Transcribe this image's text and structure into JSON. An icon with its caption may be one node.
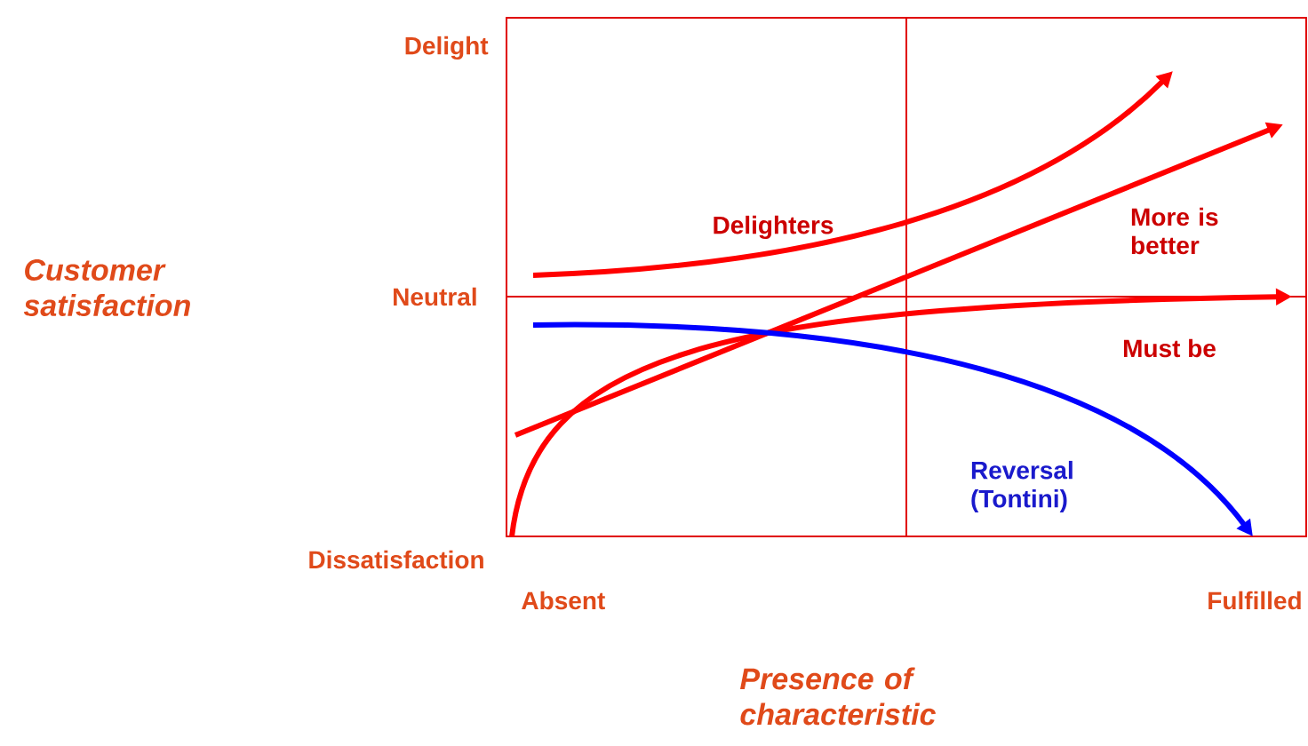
{
  "diagram": {
    "labels": [
      "Delight",
      "Neutral",
      "Dissatisfaction",
      "Customer satisfaction",
      "Absent",
      "Fulfilled",
      "Presence of characteristic",
      "Delighters",
      "More is better",
      "Must be",
      "Reversal (Tontini)"
    ]
  }
}
